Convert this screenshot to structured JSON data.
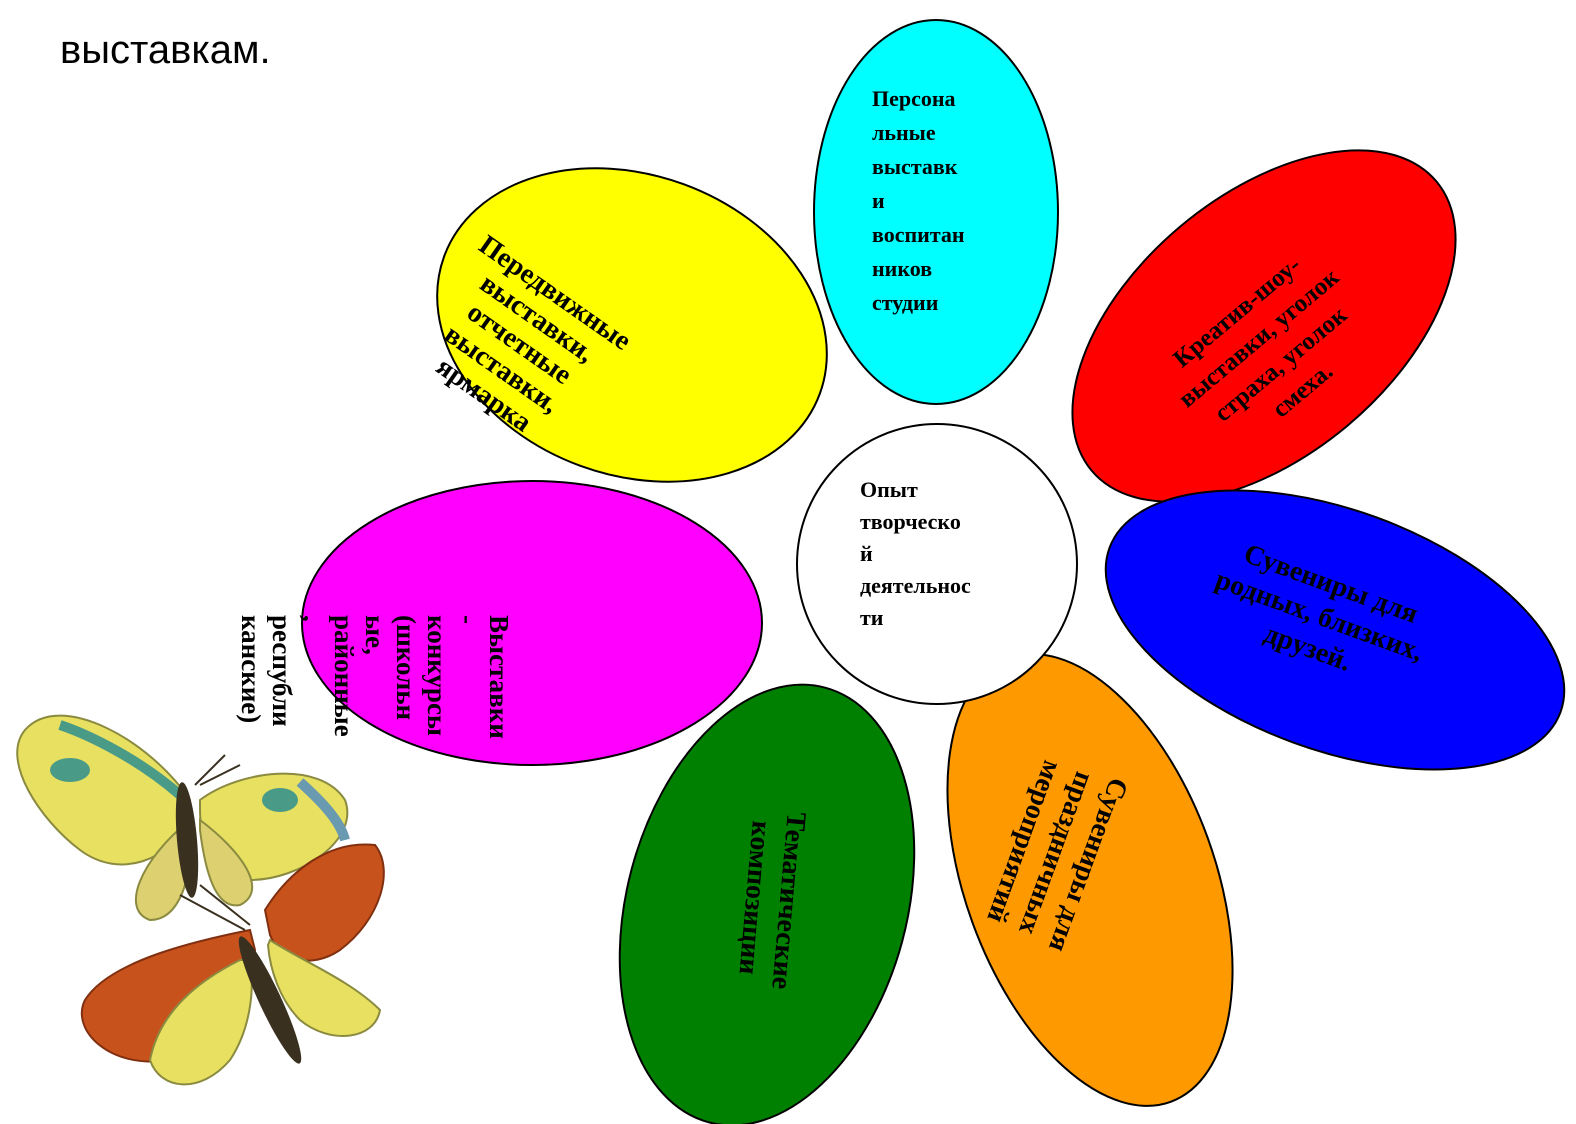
{
  "heading": "выставкам.",
  "center": {
    "lines": [
      "Опыт",
      "творческо",
      "й",
      "деятельнос",
      "ти"
    ],
    "color": "#ffffff"
  },
  "petals": [
    {
      "id": "personal",
      "color": "#00ffff",
      "lines": [
        "Персона",
        "льные",
        "выставк",
        "и",
        "воспитан",
        "ников",
        "студии"
      ]
    },
    {
      "id": "creative-show",
      "color": "#ff0000",
      "lines": [
        "Креатив-шоу-",
        "выставки, уголок",
        "страха, уголок",
        "смеха."
      ]
    },
    {
      "id": "souvenirs-family",
      "color": "#0000ff",
      "lines": [
        "Сувениры для",
        "родных, близких,",
        "друзей."
      ]
    },
    {
      "id": "souvenirs-holiday",
      "color": "#ff9900",
      "lines": [
        "Сувениры для",
        "праздничных",
        "мероприятий"
      ]
    },
    {
      "id": "thematic",
      "color": "#008000",
      "lines": [
        "Тематические",
        "композиции"
      ]
    },
    {
      "id": "contests",
      "color": "#ff00ff",
      "lines": [
        "Выставки",
        "-",
        "конкурсы",
        "(школьн",
        "ые,",
        "районные",
        ",",
        "республи",
        "канские)"
      ]
    },
    {
      "id": "traveling",
      "color": "#ffff00",
      "lines": [
        "Передвижные",
        "выставки,",
        "отчетные",
        "выставки,",
        "ярмарка"
      ]
    }
  ],
  "illustration": {
    "name": "butterflies",
    "colors": {
      "wing_yellow": "#e8e060",
      "wing_orange": "#c8521c",
      "wing_teal": "#4a9a88",
      "body": "#3a3020"
    }
  }
}
